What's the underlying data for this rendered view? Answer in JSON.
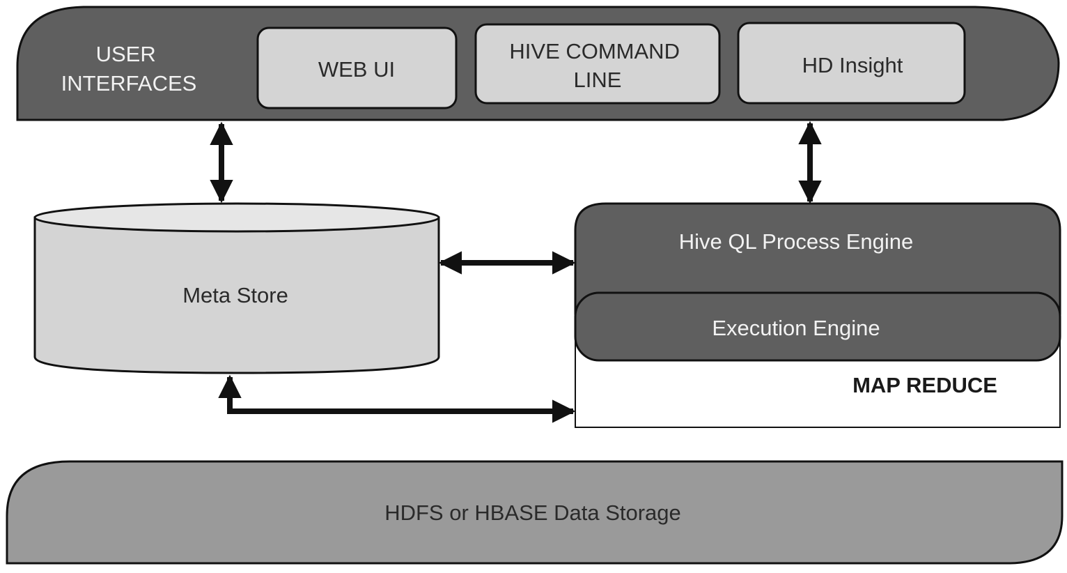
{
  "user_interfaces": {
    "title_lines": [
      "USER",
      "INTERFACES"
    ],
    "web_ui": "WEB UI",
    "hive_command_line_lines": [
      "HIVE COMMAND",
      "LINE"
    ],
    "hd_insight": "HD Insight"
  },
  "meta_store": "Meta Store",
  "hive_ql_process_engine": "Hive QL Process Engine",
  "execution_engine": "Execution Engine",
  "map_reduce": "MAP REDUCE",
  "data_storage": "HDFS or HBASE Data Storage",
  "colors": {
    "dark_panel": "#5f5f5f",
    "light_box": "#d4d4d4",
    "storage": "#9a9a9a",
    "stroke": "#111111"
  }
}
